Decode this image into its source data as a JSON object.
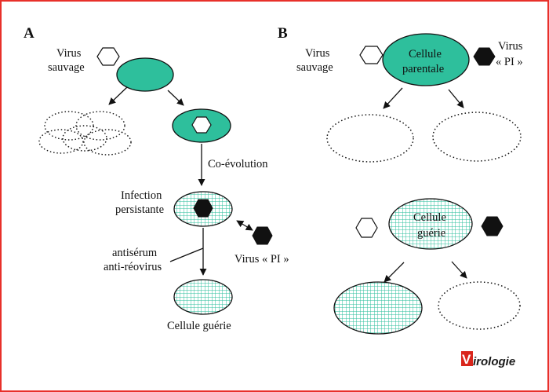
{
  "colors": {
    "teal": "#2ebf9c",
    "teal_grid": "#2ebf9c",
    "border": "#e8302a",
    "logo_red": "#d9261c",
    "black": "#111111"
  },
  "panel_a": {
    "letter": "A",
    "virus_label_1": "Virus",
    "virus_label_2": "sauvage",
    "coevolution": "Co-évolution",
    "infection_1": "Infection",
    "infection_2": "persistante",
    "antiserum_1": "antisérum",
    "antiserum_2": "anti-réovirus",
    "virus_pi": "Virus « PI »",
    "cured_cell": "Cellule guérie"
  },
  "panel_b": {
    "letter": "B",
    "virus_label_1": "Virus",
    "virus_label_2": "sauvage",
    "parental_1": "Cellule",
    "parental_2": "parentale",
    "virus_pi_1": "Virus",
    "virus_pi_2": "« PI »",
    "cured_1": "Cellule",
    "cured_2": "guérie"
  },
  "logo": {
    "letter": "V",
    "text": "irologie"
  }
}
